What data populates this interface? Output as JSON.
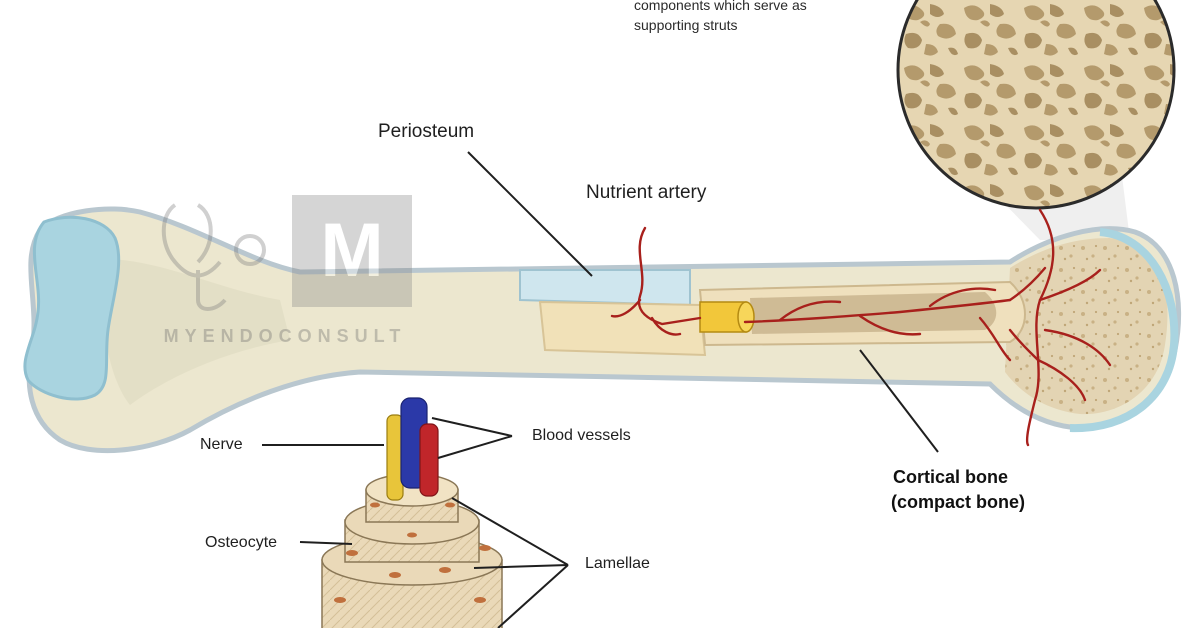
{
  "caption": {
    "line1": "components which serve as",
    "line2": "supporting struts"
  },
  "labels": {
    "periosteum": "Periosteum",
    "nutrient_artery": "Nutrient artery",
    "cortical_bone_line1": "Cortical bone",
    "cortical_bone_line2": "(compact bone)",
    "nerve": "Nerve",
    "blood_vessels": "Blood vessels",
    "osteocyte": "Osteocyte",
    "lamellae": "Lamellae"
  },
  "watermark": {
    "letter": "M",
    "text": "MYENDOCONSULT"
  },
  "colors": {
    "bone_shaft": "#ece7cf",
    "bone_outline": "#b9c7cf",
    "cartilage": "#a9d4e0",
    "spongy_bone": "#d8c6a3",
    "marrow": "#c9b48e",
    "artery": "#a8201c",
    "nerve": "#e8c53a",
    "blood_vessel_blue": "#2b39a8",
    "blood_vessel_red": "#c0262a",
    "osteon": "#e8d7b4",
    "osteocyte": "#c0703d"
  }
}
